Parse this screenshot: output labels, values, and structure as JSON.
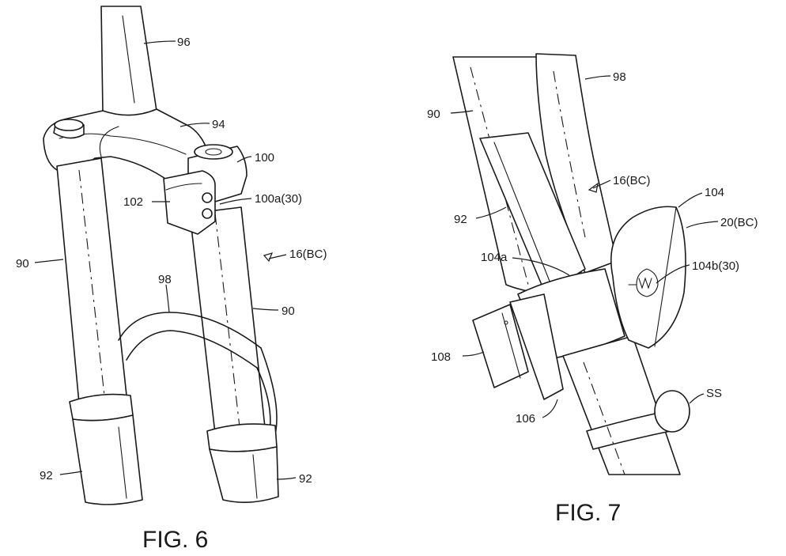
{
  "figures": [
    {
      "caption": "FIG. 6",
      "labels": {
        "l96": "96",
        "l94": "94",
        "l100": "100",
        "l102": "102",
        "l100a": "100a(30)",
        "l16": "16(BC)",
        "l98": "98",
        "l90left": "90",
        "l90right": "90",
        "l92left": "92",
        "l92right": "92"
      }
    },
    {
      "caption": "FIG. 7",
      "labels": {
        "l98": "98",
        "l90": "90",
        "l16": "16(BC)",
        "l104": "104",
        "l20": "20(BC)",
        "l92": "92",
        "l104a": "104a",
        "l104b": "104b(30)",
        "l108": "108",
        "l106": "106",
        "lSS": "SS"
      }
    }
  ]
}
